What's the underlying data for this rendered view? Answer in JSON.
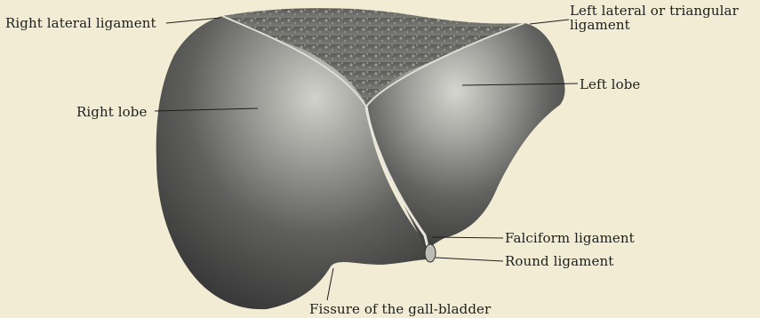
{
  "figure": {
    "labels": {
      "right_lateral_ligament": "Right lateral ligament",
      "left_lateral_line1": "Left lateral or triangular",
      "left_lateral_line2": "ligament",
      "left_lobe": "Left lobe",
      "right_lobe": "Right lobe",
      "falciform_ligament": "Falciform ligament",
      "round_ligament": "Round ligament",
      "fissure_gall_bladder": "Fissure of the gall-bladder"
    },
    "colors": {
      "background": "#f1ecd3",
      "lobe_dark": "#3b3b3b",
      "lobe_light": "#c9c9c2",
      "bare_area": "#6e6e6a",
      "leader_line": "#1e1e1e"
    }
  }
}
